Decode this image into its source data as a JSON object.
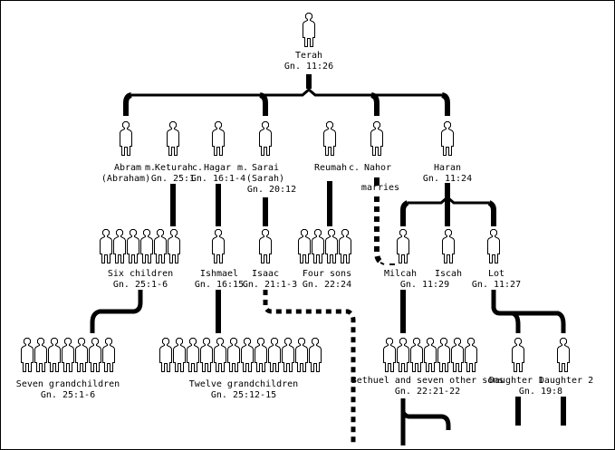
{
  "labels": {
    "terah": "Terah",
    "terah_ref": "Gn. 11:26",
    "abram": "Abram",
    "abraham": "(Abraham)",
    "m1": "m.",
    "keturah": "Keturah",
    "keturah_ref": "Gn. 25:1",
    "c1": "c.",
    "hagar": "Hagar",
    "hagar_ref": "Gn. 16:1-4",
    "m2": "m.",
    "sarai": "Sarai",
    "sarah": "(Sarah)",
    "sarai_ref": "Gn. 20:12",
    "reumah": "Reumah",
    "c2": "c.",
    "nahor": "Nahor",
    "marries": "marries",
    "haran": "Haran",
    "haran_ref": "Gn. 11:24",
    "six_children": "Six children",
    "six_children_ref": "Gn. 25:1-6",
    "ishmael": "Ishmael",
    "ishmael_ref": "Gn. 16:15",
    "isaac": "Isaac",
    "isaac_ref": "Gn. 21:1-3",
    "four_sons": "Four sons",
    "four_sons_ref": "Gn. 22:24",
    "milcah": "Milcah",
    "iscah": "Iscah",
    "milcah_ref": "Gn. 11:29",
    "lot": "Lot",
    "lot_ref": "Gn. 11:27",
    "seven_grandchildren": "Seven grandchildren",
    "seven_grandchildren_ref": "Gn. 25:1-6",
    "twelve_grandchildren": "Twelve grandchildren",
    "twelve_grandchildren_ref": "Gn. 25:12-15",
    "bethuel": "Bethuel and seven other sons",
    "bethuel_ref": "Gn. 22:21-22",
    "daughter1": "Daughter 1",
    "daughter2": "Daughter 2",
    "daughters_ref": "Gn. 19:8"
  },
  "figure_groups": [
    {
      "name": "terah",
      "count": 1
    },
    {
      "name": "abram",
      "count": 1
    },
    {
      "name": "keturah",
      "count": 1
    },
    {
      "name": "hagar",
      "count": 1
    },
    {
      "name": "sarai",
      "count": 1
    },
    {
      "name": "reumah",
      "count": 1
    },
    {
      "name": "nahor",
      "count": 1
    },
    {
      "name": "haran",
      "count": 1
    },
    {
      "name": "six-children",
      "count": 6
    },
    {
      "name": "ishmael",
      "count": 1
    },
    {
      "name": "isaac",
      "count": 1
    },
    {
      "name": "four-sons",
      "count": 4
    },
    {
      "name": "milcah",
      "count": 1
    },
    {
      "name": "iscah",
      "count": 1
    },
    {
      "name": "lot",
      "count": 1
    },
    {
      "name": "seven-grandchildren",
      "count": 7
    },
    {
      "name": "twelve-grandchildren",
      "count": 12
    },
    {
      "name": "bethuel-and-sons",
      "count": 8
    },
    {
      "name": "daughter-1",
      "count": 1
    },
    {
      "name": "daughter-2",
      "count": 1
    }
  ]
}
